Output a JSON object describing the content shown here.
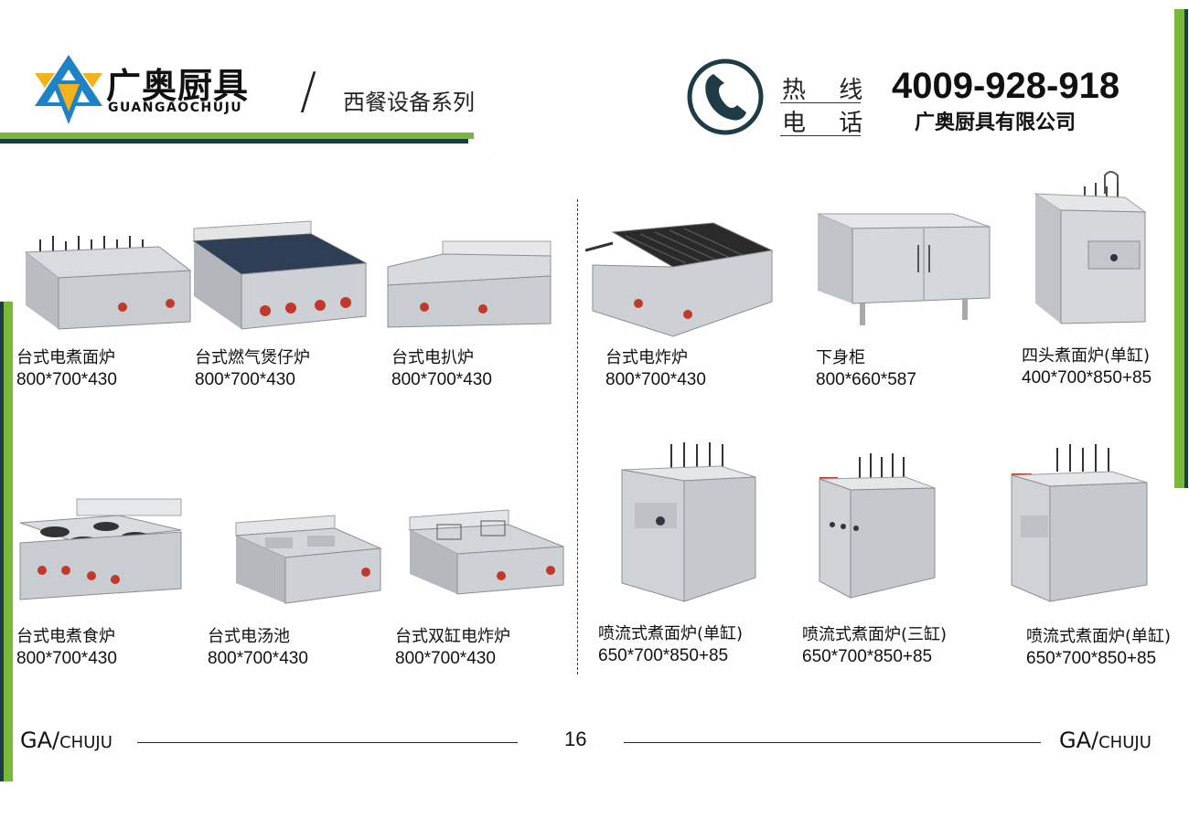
{
  "header": {
    "brand_cn": "广奥厨具",
    "brand_en": "GUANGAOCHUJU",
    "slash": "/",
    "series": "西餐设备系列",
    "hotline_label_top": "热 线",
    "hotline_label_bottom": "电 话",
    "hotline_number": "4009-928-918",
    "company": "广奥厨具有限公司"
  },
  "products": [
    {
      "name": "台式电煮面炉",
      "dims": "800*700*430"
    },
    {
      "name": "台式燃气煲仔炉",
      "dims": "800*700*430"
    },
    {
      "name": "台式电扒炉",
      "dims": "800*700*430"
    },
    {
      "name": "台式电炸炉",
      "dims": "800*700*430"
    },
    {
      "name": "下身柜",
      "dims": "800*660*587"
    },
    {
      "name": "四头煮面炉(单缸)",
      "dims": "400*700*850+85"
    },
    {
      "name": "台式电煮食炉",
      "dims": "800*700*430"
    },
    {
      "name": "台式电汤池",
      "dims": "800*700*430"
    },
    {
      "name": "台式双缸电炸炉",
      "dims": "800*700*430"
    },
    {
      "name": "喷流式煮面炉(单缸)",
      "dims": "650*700*850+85"
    },
    {
      "name": "喷流式煮面炉(三缸)",
      "dims": "650*700*850+85"
    },
    {
      "name": "喷流式煮面炉(单缸)",
      "dims": "650*700*850+85"
    }
  ],
  "footer": {
    "left_big": "GA/",
    "left_small": "CHUJU",
    "page_number": "16",
    "right_big": "GA/",
    "right_small": "CHUJU"
  },
  "colors": {
    "accent_green": "#79b83b",
    "accent_dark": "#1f3b46",
    "logo_blue": "#1d82c6",
    "logo_gold": "#f2b21b"
  }
}
